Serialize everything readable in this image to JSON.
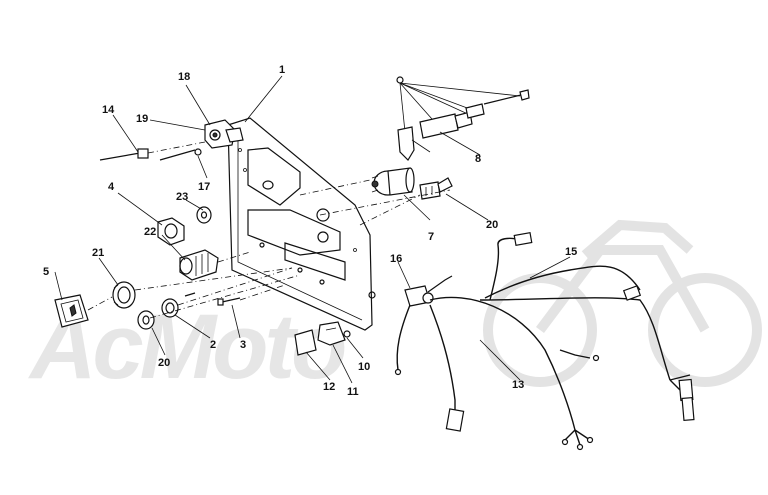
{
  "watermark": {
    "text": "AcMoto",
    "icon": "motorcycle-watermark-icon"
  },
  "callouts": [
    {
      "id": "c1",
      "label": "1"
    },
    {
      "id": "c2",
      "label": "2"
    },
    {
      "id": "c3",
      "label": "3"
    },
    {
      "id": "c4",
      "label": "4"
    },
    {
      "id": "c5",
      "label": "5"
    },
    {
      "id": "c7",
      "label": "7"
    },
    {
      "id": "c8",
      "label": "8"
    },
    {
      "id": "c10",
      "label": "10"
    },
    {
      "id": "c11",
      "label": "11"
    },
    {
      "id": "c12",
      "label": "12"
    },
    {
      "id": "c13",
      "label": "13"
    },
    {
      "id": "c14",
      "label": "14"
    },
    {
      "id": "c15",
      "label": "15"
    },
    {
      "id": "c16",
      "label": "16"
    },
    {
      "id": "c17",
      "label": "17"
    },
    {
      "id": "c18",
      "label": "18"
    },
    {
      "id": "c19",
      "label": "19"
    },
    {
      "id": "c20a",
      "label": "20"
    },
    {
      "id": "c20b",
      "label": "20"
    },
    {
      "id": "c21",
      "label": "21"
    },
    {
      "id": "c22",
      "label": "22"
    },
    {
      "id": "c23",
      "label": "23"
    }
  ]
}
